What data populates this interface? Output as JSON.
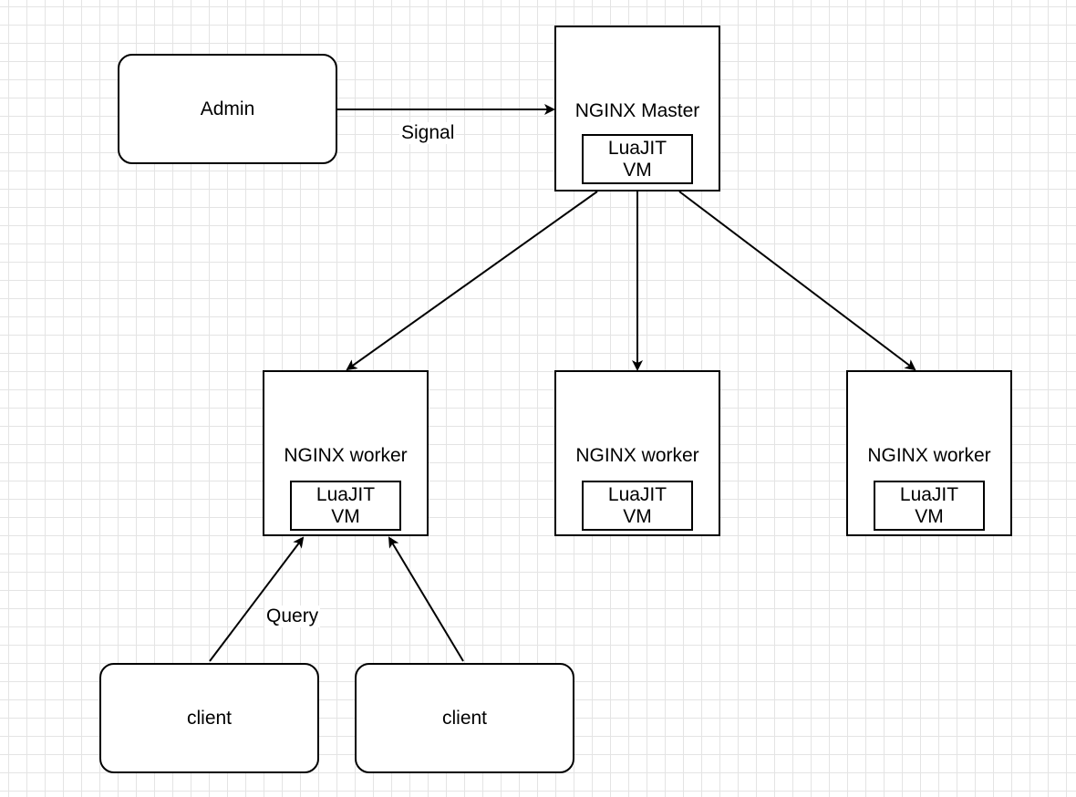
{
  "nodes": {
    "admin": {
      "label": "Admin"
    },
    "master": {
      "label": "NGINX Master",
      "vm_line1": "LuaJIT",
      "vm_line2": "VM"
    },
    "workers": [
      {
        "label": "NGINX worker",
        "vm_line1": "LuaJIT",
        "vm_line2": "VM"
      },
      {
        "label": "NGINX worker",
        "vm_line1": "LuaJIT",
        "vm_line2": "VM"
      },
      {
        "label": "NGINX worker",
        "vm_line1": "LuaJIT",
        "vm_line2": "VM"
      }
    ],
    "clients": [
      {
        "label": "client"
      },
      {
        "label": "client"
      }
    ]
  },
  "edges": {
    "signal_label": "Signal",
    "query_label": "Query"
  },
  "colors": {
    "stroke": "#000000",
    "grid": "#e4e4e4",
    "background": "#ffffff"
  }
}
